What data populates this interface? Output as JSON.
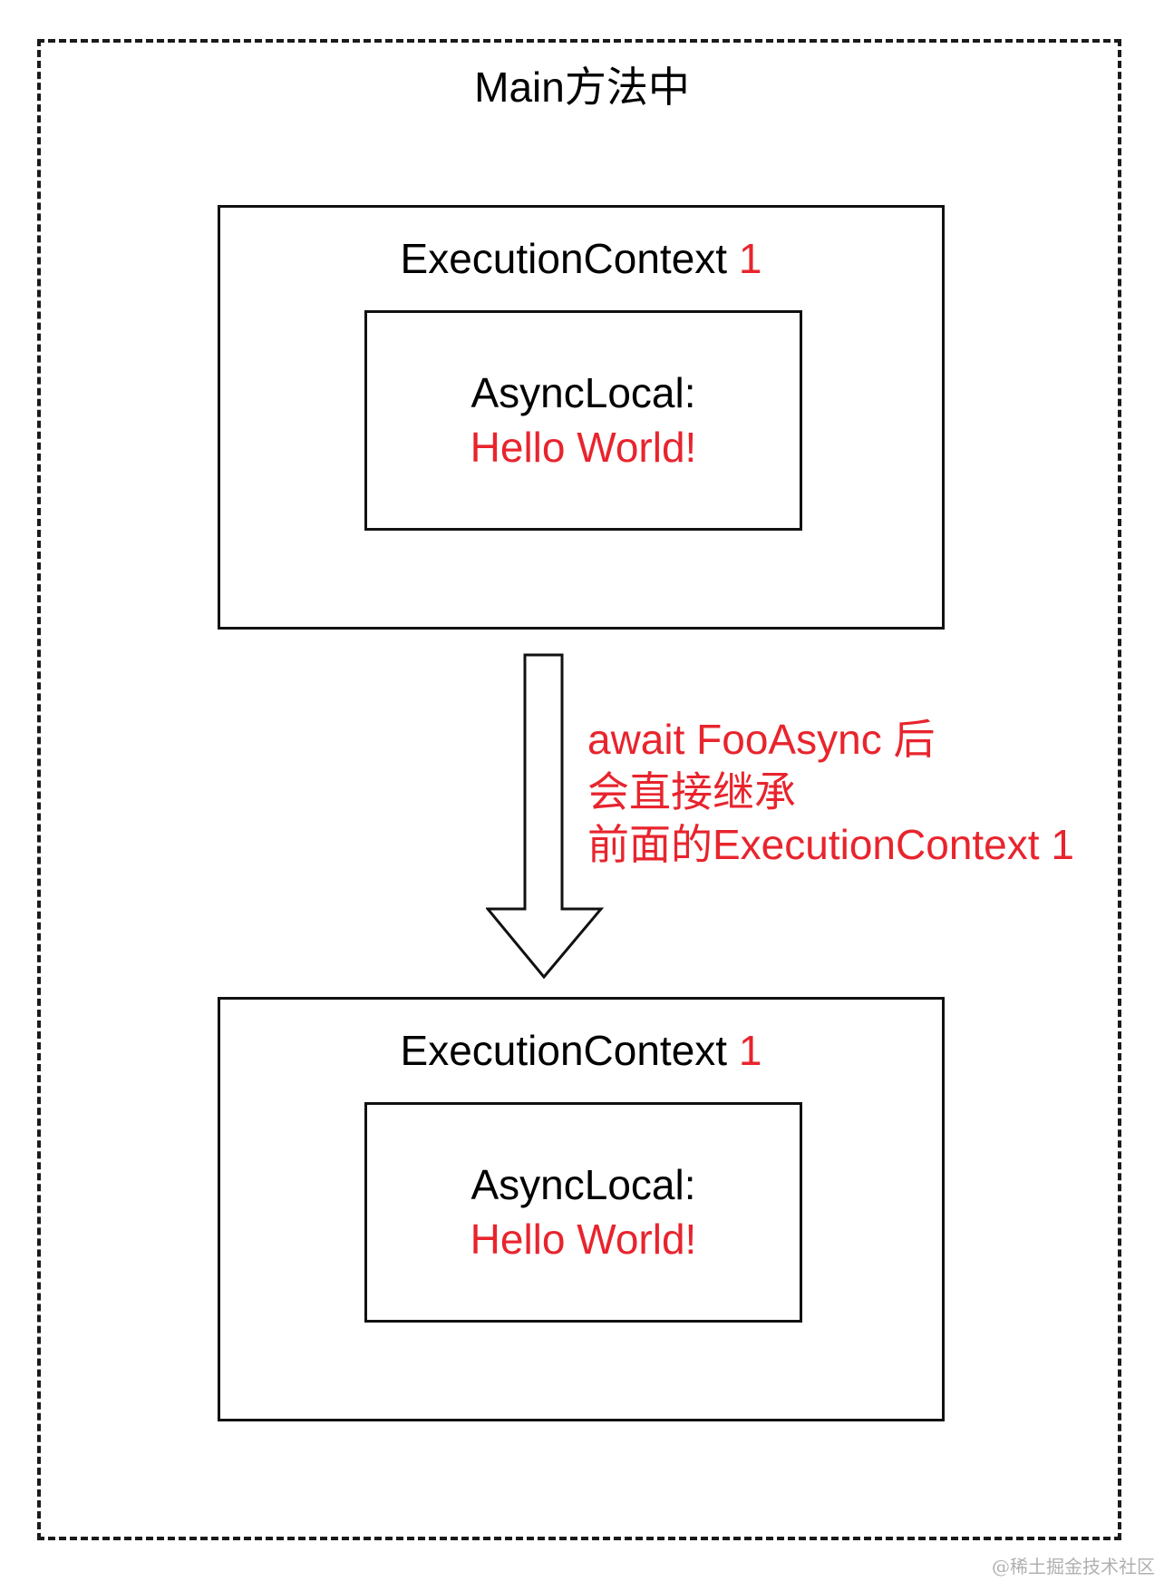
{
  "title": "Main方法中",
  "contexts": [
    {
      "label": "ExecutionContext",
      "number": "1",
      "asynclocal_label": "AsyncLocal:",
      "asynclocal_value": "Hello World!"
    },
    {
      "label": "ExecutionContext",
      "number": "1",
      "asynclocal_label": "AsyncLocal:",
      "asynclocal_value": "Hello World!"
    }
  ],
  "arrow_note": {
    "line1": "await FooAsync 后",
    "line2": "会直接继承",
    "line3": "前面的ExecutionContext 1"
  },
  "watermark": "@稀土掘金技术社区",
  "colors": {
    "highlight": "#e8242d",
    "stroke": "#111111"
  }
}
